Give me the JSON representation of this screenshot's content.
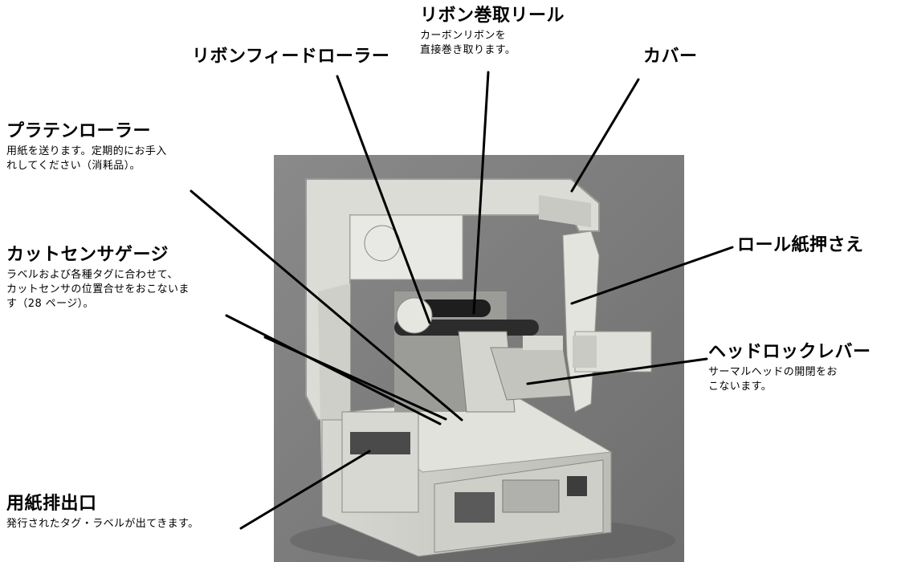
{
  "labels": {
    "ribbon_rewind": {
      "title": "リボン巻取リール",
      "desc": "カーボンリボンを\n直接巻き取ります。"
    },
    "ribbon_feed": {
      "title": "リボンフィードローラー"
    },
    "cover": {
      "title": "カバー"
    },
    "platen": {
      "title": "プラテンローラー",
      "desc": "用紙を送ります。定期的にお手入\nれしてください（消耗品）。"
    },
    "roll_holder": {
      "title": "ロール紙押さえ"
    },
    "cut_sensor": {
      "title": "カットセンサゲージ",
      "desc": "ラベルおよび各種タグに合わせて、\nカットセンサの位置合せをおこないま\nす（28 ページ）。"
    },
    "head_lock": {
      "title": "ヘッドロックレバー",
      "desc": "サーマルヘッドの開閉をお\nこないます。"
    },
    "paper_exit": {
      "title": "用紙排出口",
      "desc": "発行されたタグ・ラベルが出てきます。"
    }
  }
}
